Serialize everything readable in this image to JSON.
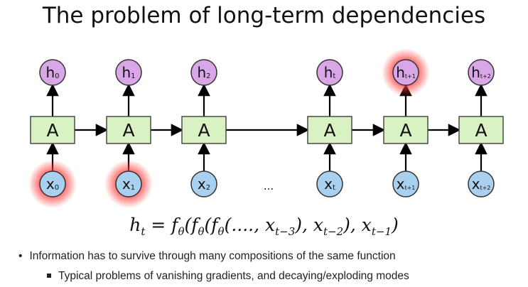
{
  "title": "The problem of long-term dependencies",
  "colors": {
    "cell_fill": "#d9f2c4",
    "cell_stroke": "#4a4a4a",
    "hidden_fill": "#d9a6e8",
    "input_fill": "#a9d1ef",
    "glow": "#ff3b3b"
  },
  "cells": [
    {
      "cell": "A",
      "hidden": "h",
      "hidden_sub": "0",
      "input": "x",
      "input_sub": "0",
      "hidden_glow": false,
      "input_glow": true
    },
    {
      "cell": "A",
      "hidden": "h",
      "hidden_sub": "1",
      "input": "x",
      "input_sub": "1",
      "hidden_glow": false,
      "input_glow": true
    },
    {
      "cell": "A",
      "hidden": "h",
      "hidden_sub": "2",
      "input": "x",
      "input_sub": "2",
      "hidden_glow": false,
      "input_glow": false
    },
    {
      "cell": "A",
      "hidden": "h",
      "hidden_sub": "t",
      "input": "x",
      "input_sub": "t",
      "hidden_glow": false,
      "input_glow": false
    },
    {
      "cell": "A",
      "hidden": "h",
      "hidden_sub": "t+1",
      "input": "x",
      "input_sub": "t+1",
      "hidden_glow": true,
      "input_glow": false
    },
    {
      "cell": "A",
      "hidden": "h",
      "hidden_sub": "t+2",
      "input": "x",
      "input_sub": "t+2",
      "hidden_glow": false,
      "input_glow": false
    }
  ],
  "ellipsis": "...",
  "formula": {
    "lhs": "h",
    "lhs_sub": "t",
    "rhs_prefix": " = f",
    "theta": "θ",
    "part1": "(f",
    "part2": "(f",
    "part3": "(...., x",
    "sub_a": "t−3",
    "part4": "), x",
    "sub_b": "t−2",
    "part5": "), x",
    "sub_c": "t−1",
    "part6": ")"
  },
  "bullets": {
    "level1": "Information has to survive through many compositions of the same function",
    "level2": "Typical problems of vanishing gradients, and decaying/exploding modes"
  }
}
